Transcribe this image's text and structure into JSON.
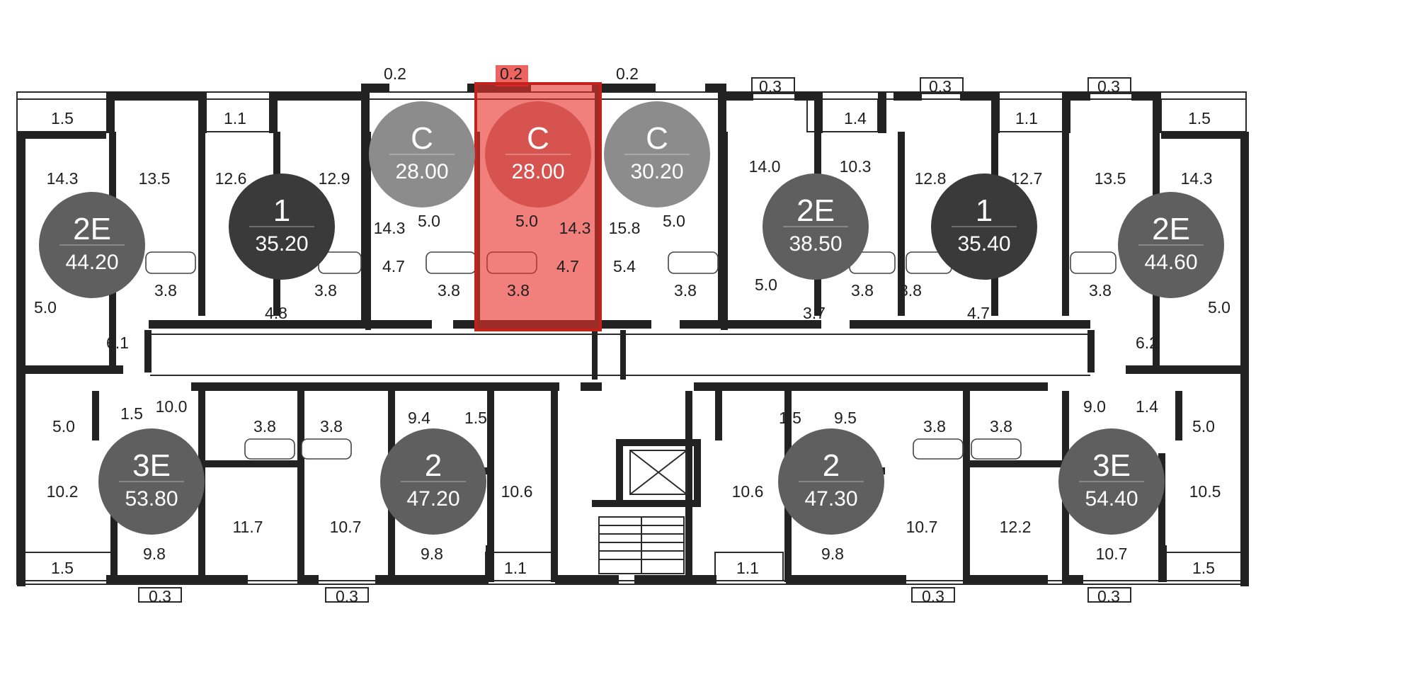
{
  "colors": {
    "wall": "#222222",
    "badge_dark": "#3a3a3a",
    "badge_mid": "#5f5f5f",
    "badge_light": "#8c8c8c",
    "highlight": "#e8302c"
  },
  "apartments": [
    {
      "type": "2E",
      "area": "44.20",
      "shade": "mid"
    },
    {
      "type": "1",
      "area": "35.20",
      "shade": "dark"
    },
    {
      "type": "C",
      "area": "28.00",
      "shade": "light"
    },
    {
      "type": "C",
      "area": "28.00",
      "shade": "highlight"
    },
    {
      "type": "C",
      "area": "30.20",
      "shade": "light"
    },
    {
      "type": "2E",
      "area": "38.50",
      "shade": "mid"
    },
    {
      "type": "1",
      "area": "35.40",
      "shade": "dark"
    },
    {
      "type": "2E",
      "area": "44.60",
      "shade": "mid"
    },
    {
      "type": "3E",
      "area": "53.80",
      "shade": "mid"
    },
    {
      "type": "2",
      "area": "47.20",
      "shade": "mid"
    },
    {
      "type": "2",
      "area": "47.30",
      "shade": "mid"
    },
    {
      "type": "3E",
      "area": "54.40",
      "shade": "mid"
    }
  ],
  "room_areas": [
    "0.2",
    "0.2",
    "0.2",
    "0.3",
    "0.3",
    "0.3",
    "1.5",
    "1.1",
    "1.4",
    "1.1",
    "1.5",
    "14.3",
    "13.5",
    "12.6",
    "12.9",
    "14.0",
    "10.3",
    "12.8",
    "12.7",
    "13.5",
    "14.3",
    "5.0",
    "5.0",
    "5.0",
    "14.3",
    "14.3",
    "15.8",
    "4.7",
    "4.7",
    "5.4",
    "3.8",
    "3.8",
    "3.8",
    "3.8",
    "3.8",
    "3.8",
    "3.8",
    "3.8",
    "5.0",
    "4.8",
    "5.0",
    "3.7",
    "4.7",
    "5.0",
    "6.1",
    "6.2",
    "10.0",
    "9.4",
    "1.5",
    "1.5",
    "9.5",
    "9.0",
    "1.4",
    "1.5",
    "3.8",
    "3.8",
    "3.8",
    "3.8",
    "5.0",
    "5.0",
    "10.2",
    "10.6",
    "10.6",
    "10.5",
    "11.7",
    "10.7",
    "10.7",
    "12.2",
    "9.8",
    "9.8",
    "9.8",
    "10.7",
    "1.5",
    "1.1",
    "1.1",
    "1.5",
    "0.3",
    "0.3",
    "0.3",
    "0.3"
  ]
}
